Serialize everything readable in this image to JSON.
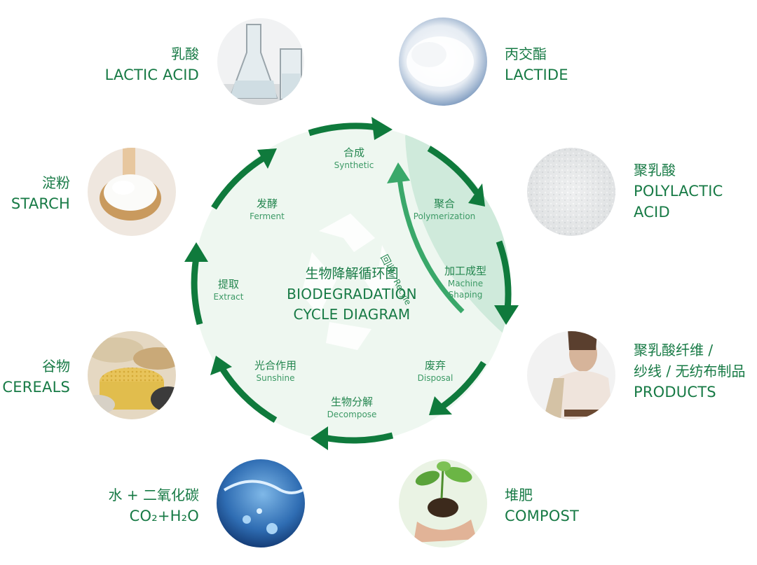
{
  "center": {
    "title_zh": "生物降解循环图",
    "title_en_line1": "BIODEGRADATION",
    "title_en_line2": "CYCLE DIAGRAM"
  },
  "stages": {
    "synthetic": {
      "zh": "合成",
      "en": "Synthetic"
    },
    "polymerization": {
      "zh": "聚合",
      "en": "Polymerization"
    },
    "machine_shaping": {
      "zh": "加工成型",
      "en_line1": "Machine",
      "en_line2": "Shaping"
    },
    "disposal": {
      "zh": "废弃",
      "en": "Disposal"
    },
    "decompose": {
      "zh": "生物分解",
      "en": "Decompose"
    },
    "sunshine": {
      "zh": "光合作用",
      "en": "Sunshine"
    },
    "extract": {
      "zh": "提取",
      "en": "Extract"
    },
    "ferment": {
      "zh": "发酵",
      "en": "Ferment"
    },
    "recycle": {
      "zh": "回收",
      "en": "Recyle"
    }
  },
  "materials": {
    "lactic_acid": {
      "zh": "乳酸",
      "en": "LACTIC ACID"
    },
    "lactide": {
      "zh": "丙交酯",
      "en": "LACTIDE"
    },
    "polylactic_acid": {
      "zh": "聚乳酸",
      "en_line1": "POLYLACTIC",
      "en_line2": "ACID"
    },
    "products": {
      "zh_line1": "聚乳酸纤维 /",
      "zh_line2": "纱线 / 无纺布制品",
      "en": "PRODUCTS"
    },
    "compost": {
      "zh": "堆肥",
      "en": "COMPOST"
    },
    "water_co2": {
      "zh": "水 + 二氧化碳",
      "en": "CO₂+H₂O"
    },
    "cereals": {
      "zh": "谷物",
      "en": "CEREALS"
    },
    "starch": {
      "zh": "淀粉",
      "en": "STARCH"
    }
  },
  "colors": {
    "arrow_green": "#0f7a3c",
    "circle_fill": "#eef7f0",
    "recycle_band": "#cfeadb",
    "text_green": "#177a45"
  }
}
